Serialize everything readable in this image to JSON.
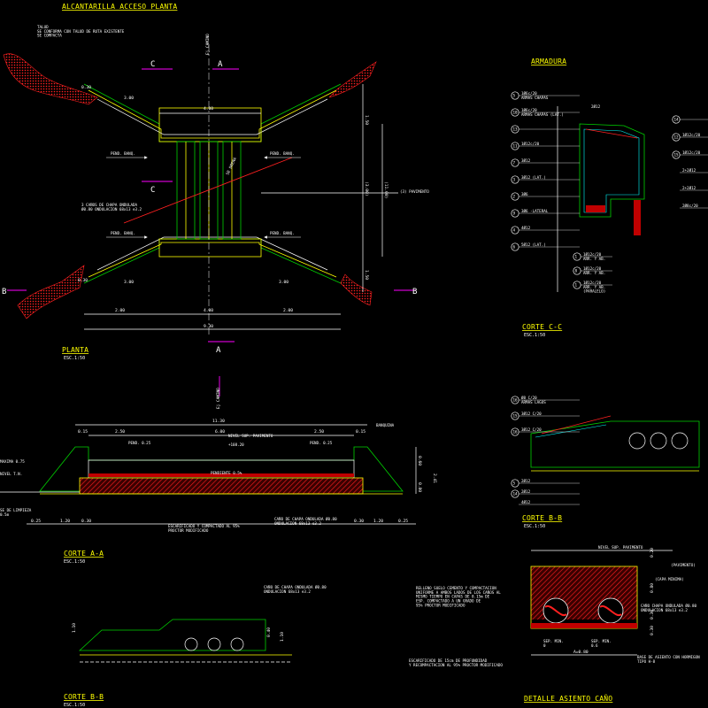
{
  "titles": {
    "plan": "ALCANTARILLA ACCESO PLANTA",
    "plan_bottom": "PLANTA",
    "plan_scale": "ESC.1:50",
    "armadura": "ARMADURA",
    "corte_cc": "CORTE C-C",
    "corte_cc_scale": "ESC.1:50",
    "corte_aa": "CORTE A-A",
    "corte_aa_scale": "ESC.1:50",
    "corte_bb_right": "CORTE B-B",
    "corte_bb_right_scale": "ESC.1:50",
    "corte_bb_left": "CORTE B-B",
    "corte_bb_left_scale": "ESC.1:50",
    "detalle": "DETALLE ASIENTO CAÑO"
  },
  "plan": {
    "talud_note": "TALUD\nSE CONFORMA CON TALUD DE RUTA EXISTENTE\nSE COMPACTA",
    "eje_camino": "Ej CAMINO",
    "se_drena": "SE DRENA",
    "pavimento": "(3) PAVIMENTO",
    "canos_note": "3 CAÑOS DE CHAPA ONDULADA\nØ0.80 ONDULACION 68x13 e3.2",
    "pend_labels": [
      "PEND. BANQ.",
      "PEND. BANQ.",
      "PEND. BANQ.",
      "PEND. BANQ."
    ],
    "section_letters": [
      "C",
      "A",
      "C",
      "B",
      "B",
      "A"
    ],
    "dims": [
      "4.00",
      "4.00",
      "2.00",
      "3.00",
      "3.00",
      "9.30",
      "3.00",
      "2.00",
      "1.50",
      "1.50",
      "(3.00)",
      "(11.00)",
      "0.30",
      "0.30"
    ]
  },
  "corte_aa": {
    "eje_camino": "Ej CAMINO",
    "top_dim": "11.30",
    "dims_top": [
      "2.50",
      "6.00",
      "2.50",
      "0.15",
      "0.15"
    ],
    "nivel_pav": "NIVEL SUP. PAVIMENTO",
    "cota_pav": "+108.20",
    "pend_left": "PEND. 0.25",
    "pend_right": "PEND. 0.25",
    "pendiente": "PENDIENTE 0.5%",
    "banquina": "BANQUINA",
    "note_compact": "ESCARIFICADO Y COMPACTADO AL 95%\nPROCTOR MODIFICADO",
    "note_cano": "CAÑO DE CHAPA ONDULADA Ø0.80\nONDULACION 68x13 e3.2",
    "left_labels": [
      "MAXIMA 0.75",
      "NIVEL T.N.",
      "SE DE LIMPIEZA\n0.5m"
    ],
    "bottom_dims": [
      "0.25",
      "1.20",
      "0.30",
      "0.30",
      "1.20",
      "0.25"
    ],
    "right_dims": [
      "0.60",
      "2.41",
      "0.80"
    ]
  },
  "corte_bb_left": {
    "note": "CAÑO DE CHAPA ONDULADA Ø0.80\nONDULACION 68x13 e3.2",
    "dims": [
      "1.10",
      "0.40",
      "1.10"
    ]
  },
  "armadura": {
    "left_labels": [
      {
        "num": "5",
        "text": "1Ø6c/20\nARMAS CHAPAS"
      },
      {
        "num": "10",
        "text": "1Ø6c/20\nARMAS CHAPAS (LAT.)"
      },
      {
        "num": "13",
        "text": ""
      },
      {
        "num": "11",
        "text": "1Ø12c/20"
      },
      {
        "num": "7",
        "text": "3Ø12"
      },
      {
        "num": "3",
        "text": "3Ø12 (LAT.)"
      },
      {
        "num": "2",
        "text": "3Ø6"
      },
      {
        "num": "9",
        "text": "3Ø6 -LATERAL"
      },
      {
        "num": "4",
        "text": "4Ø12"
      },
      {
        "num": "6",
        "text": "5Ø12 (LAT.)"
      }
    ],
    "right_labels": [
      {
        "num": "14",
        "text": ""
      },
      {
        "num": "12",
        "text": "1Ø12c/20"
      },
      {
        "num": "15",
        "text": "1Ø12c/20"
      },
      {
        "num": "",
        "text": "2+2Ø12"
      },
      {
        "num": "",
        "text": "2+2Ø12"
      },
      {
        "num": "",
        "text": "2Ø8c/20"
      }
    ],
    "bottom_labels": [
      {
        "num": "1",
        "text": "1Ø12c/20\nARR. Y AB."
      },
      {
        "num": "8",
        "text": "1Ø12c/20\nARR. Y AB."
      },
      {
        "num": "1",
        "text": "1Ø12c/20\nARR. Y AB.\n(PARALELO)"
      }
    ],
    "top_label": "2Ø12"
  },
  "corte_bb_right": {
    "labels": [
      {
        "num": "16",
        "text": "Ø8 C/20\nARMAS LAGOS"
      },
      {
        "num": "15",
        "text": "3Ø12 C/20"
      },
      {
        "num": "16",
        "text": "3Ø12 C/20"
      },
      {
        "num": "5",
        "text": "2Ø12"
      },
      {
        "num": "14",
        "text": "2Ø12"
      },
      {
        "num": "",
        "text": "4Ø12"
      }
    ]
  },
  "detalle": {
    "nivel_pav": "NIVEL SUP. PAVIMENTO",
    "pavimento": "(PAVIMENTO)",
    "capa_minima": "(CAPA MINIMA)",
    "relleno_note": "RELLENO SUELO CEMENTO Y COMPACTACION\nUNIFORME A AMBOS LADOS DE LOS CAÑOS AL\nMISMO TIEMPO EN CAPAS DE 0.15m DE\nESP. COMPACTADO A UN GRADO DE\n95% PROCTOR MODIFICADO",
    "escarificado_note": "ESCARIFICADO DE 15cm DE PROFUNDIDAD\nY RECOMPACTACION AL 95% PROCTOR MODIFICADO",
    "cano_note": "CAÑO CHAPA ONDULADA Ø0.80\nONDULACION 68x13 e3.2",
    "base_note": "BASE DE ASIENTO CON HORMIGON\nTIPO H-8",
    "sep_left": "SEP. MIN.\n0",
    "sep_right": "SEP. MIN.\n0.6",
    "a_dim": "A=0.80",
    "dims": [
      "0.20",
      "0.80",
      "0.30",
      "0.30"
    ]
  }
}
